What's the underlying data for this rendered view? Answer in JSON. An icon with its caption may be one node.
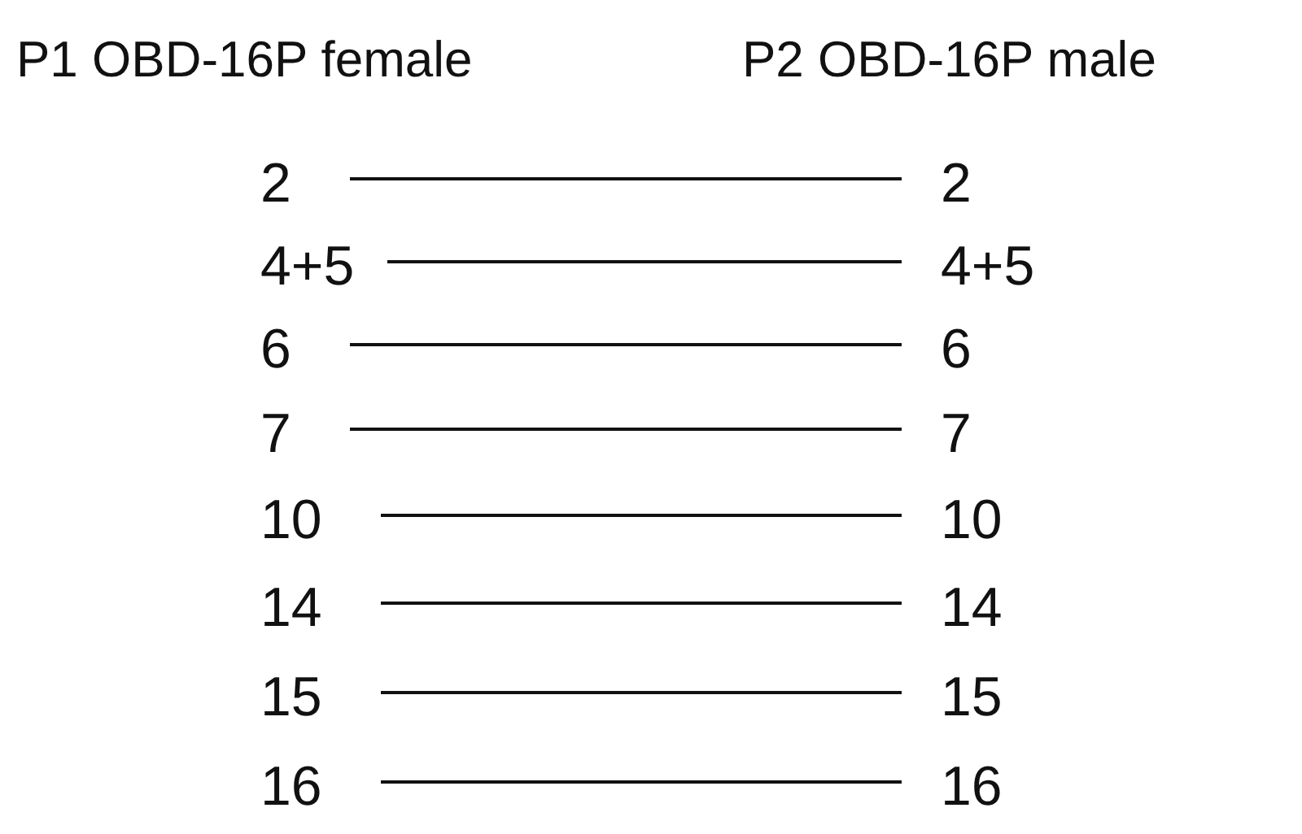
{
  "diagram": {
    "nodes": [
      {
        "text": [
          "2"
        ]
      },
      {
        "text": [
          "4+5"
        ]
      },
      {
        "text": [
          "6"
        ]
      },
      {
        "text": [
          "7"
        ]
      },
      {
        "text": [
          "10"
        ]
      },
      {
        "text": [
          "14"
        ]
      },
      {
        "text": [
          "15"
        ]
      },
      {
        "text": [
          "16"
        ]
      },
      {
        "text": [
          "2"
        ]
      },
      {
        "text": [
          "4+5"
        ]
      },
      {
        "text": [
          "6"
        ]
      },
      {
        "text": [
          "7"
        ]
      },
      {
        "text": [
          "10"
        ]
      },
      {
        "text": [
          "14"
        ]
      },
      {
        "text": [
          "15"
        ]
      },
      {
        "text": [
          "16"
        ]
      }
    ],
    "edges": [
      {
        "from": 0,
        "to": 8,
        "arrow": "none"
      },
      {
        "from": 1,
        "to": 9,
        "arrow": "none"
      },
      {
        "from": 2,
        "to": 10,
        "arrow": "none"
      },
      {
        "from": 3,
        "to": 11,
        "arrow": "none"
      },
      {
        "from": 4,
        "to": 12,
        "arrow": "none"
      },
      {
        "from": 5,
        "to": 13,
        "arrow": "none"
      },
      {
        "from": 6,
        "to": 14,
        "arrow": "none"
      },
      {
        "from": 7,
        "to": 15,
        "arrow": "none"
      }
    ],
    "labels": [
      "P1 OBD-16P female",
      "P2 OBD-16P male"
    ]
  }
}
